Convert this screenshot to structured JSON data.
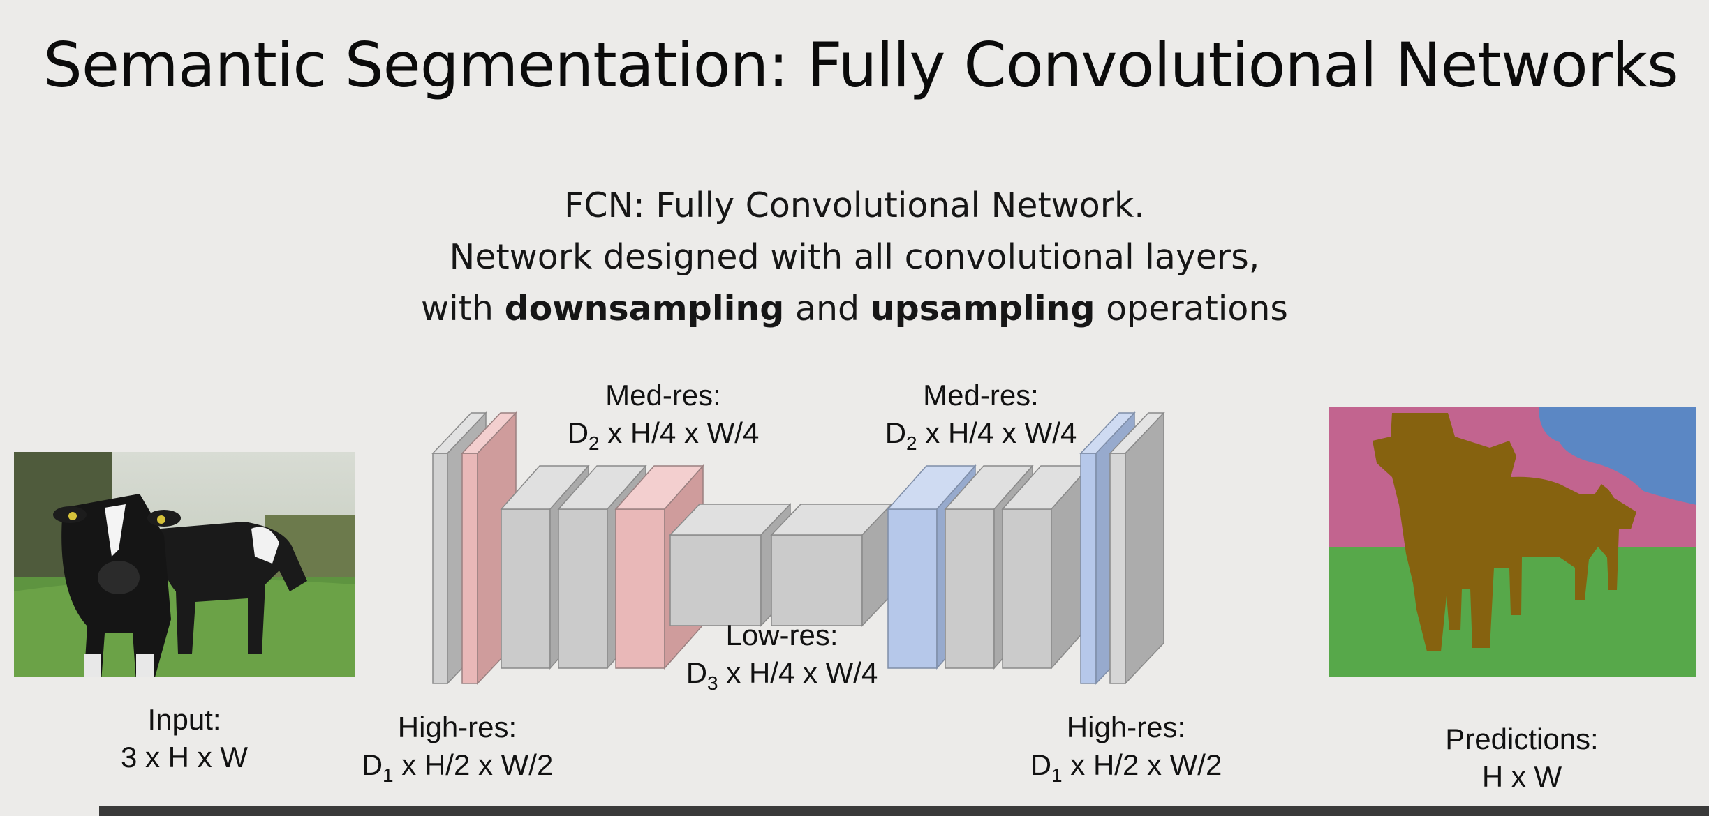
{
  "slide": {
    "title": "Semantic Segmentation: Fully Convolutional Networks",
    "subtitle": {
      "line1": "FCN: Fully Convolutional Network.",
      "line2": "Network designed with all convolutional layers,",
      "line3_pre": "with ",
      "line3_bold1": "downsampling",
      "line3_mid": " and ",
      "line3_bold2": "upsampling",
      "line3_post": " operations"
    }
  },
  "labels": {
    "input": {
      "name": "Input:",
      "dims": "3 x H x W"
    },
    "high_res_left": {
      "name": "High-res:",
      "d": "D",
      "sub": "1",
      "dims": " x H/2 x W/2"
    },
    "med_res_left": {
      "name": "Med-res:",
      "d": "D",
      "sub": "2",
      "dims": " x H/4 x W/4"
    },
    "low_res": {
      "name": "Low-res:",
      "d": "D",
      "sub": "3",
      "dims": " x H/4 x W/4"
    },
    "med_res_right": {
      "name": "Med-res:",
      "d": "D",
      "sub": "2",
      "dims": " x H/4 x W/4"
    },
    "high_res_right": {
      "name": "High-res:",
      "d": "D",
      "sub": "1",
      "dims": " x H/2 x W/2"
    },
    "predictions": {
      "name": "Predictions:",
      "dims": "H x W"
    }
  },
  "colors": {
    "layer_gray": "#c9c9c9",
    "layer_pink": "#e9b8b8",
    "layer_blue": "#b6c8ea",
    "class_sky": "#5b87c4",
    "class_tree": "#c2648f",
    "class_grass": "#57a84a",
    "class_cow": "#86620f"
  },
  "icons": {
    "input_image": "cow-photo",
    "prediction_image": "segmentation-mask"
  }
}
